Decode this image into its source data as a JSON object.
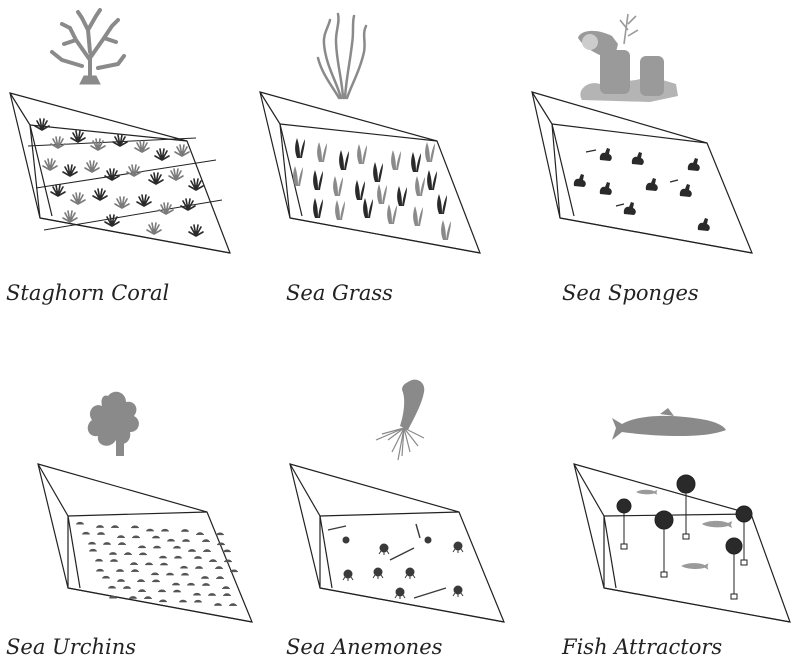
{
  "colors": {
    "line": "#222222",
    "icon": "#8a8a8a",
    "dark": "#2a2a2a",
    "mid": "#7a7a7a"
  },
  "panels": [
    {
      "caption": "Staghorn Coral",
      "icon": "staghorn-coral-icon",
      "contents": "coral-rows"
    },
    {
      "caption": "Sea Grass",
      "icon": "sea-grass-icon",
      "contents": "grass-rows"
    },
    {
      "caption": "Sea Sponges",
      "icon": "sea-sponge-icon",
      "contents": "sponge-scatter"
    },
    {
      "caption": "Sea Urchins",
      "icon": "sea-urchin-icon",
      "contents": "urchin-field"
    },
    {
      "caption": "Sea Anemones",
      "icon": "sea-anemone-icon",
      "contents": "anemone-scatter"
    },
    {
      "caption": "Fish Attractors",
      "icon": "fish-icon",
      "contents": "buoy-field"
    }
  ]
}
